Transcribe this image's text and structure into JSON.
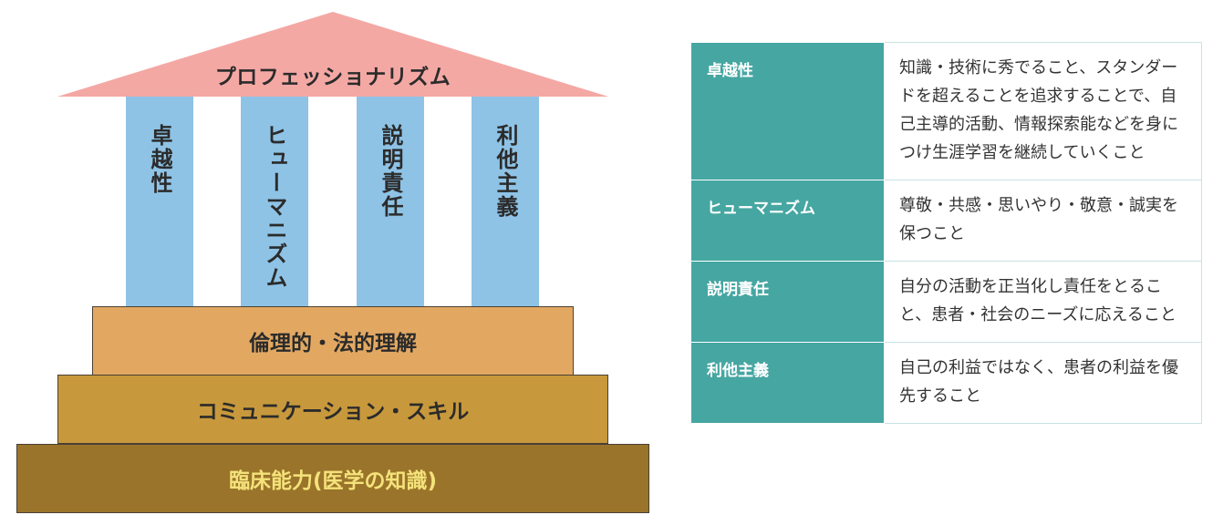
{
  "diagram": {
    "roof_label": "プロフェッショナリズム",
    "pillars": [
      "卓越性",
      "ヒューマニズム",
      "説明責任",
      "利他主義"
    ],
    "steps": [
      "倫理的・法的理解",
      "コミュニケーション・スキル",
      "臨床能力(医学の知識)"
    ],
    "colors": {
      "roof": "#f4a8a4",
      "pillar": "#8ec3e6",
      "step_ethics": "#e2a862",
      "step_communication": "#c8993c",
      "step_clinical": "#9a742a",
      "step_clinical_text": "#f4e27a"
    }
  },
  "table": {
    "rows": [
      {
        "term": "卓越性",
        "description": "知識・技術に秀でること、スタンダードを超えることを追求することで、自己主導的活動、情報探索能などを身につけ生涯学習を継続していくこと"
      },
      {
        "term": "ヒューマニズム",
        "description": "尊敬・共感・思いやり・敬意・誠実を保つこと"
      },
      {
        "term": "説明責任",
        "description": "自分の活動を正当化し責任をとること、患者・社会のニーズに応えること"
      },
      {
        "term": "利他主義",
        "description": "自己の利益ではなく、患者の利益を優先すること"
      }
    ],
    "colors": {
      "term_background": "#46a6a2",
      "term_text": "#ffffff"
    }
  }
}
